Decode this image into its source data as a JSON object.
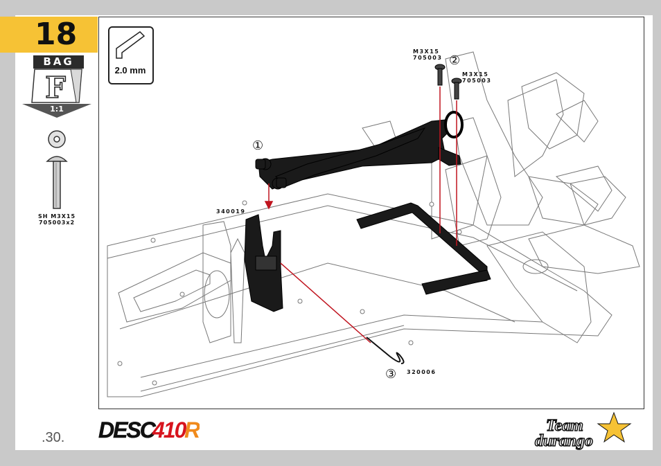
{
  "step": {
    "number": "18",
    "bag_label": "BAG",
    "bag_letter": "F",
    "scale": "1:1"
  },
  "parts_list": [
    {
      "name": "SH M3X15",
      "code": "705003x2"
    }
  ],
  "tool": {
    "size": "2.0 mm",
    "icon": "hex-key-icon"
  },
  "callouts": {
    "screw_1": {
      "name": "M3X15",
      "code": "705003"
    },
    "screw_2": {
      "name": "M3X15",
      "code": "705003"
    },
    "part_340019": "340019",
    "part_320006": "320006",
    "marker_1": "①",
    "marker_2": "②",
    "marker_3": "③"
  },
  "footer": {
    "page_number": ".30.",
    "product_logo_text": "DESC410R",
    "brand_logo_text": "Team durango"
  },
  "colors": {
    "background": "#c9c9c9",
    "page": "#ffffff",
    "step_badge": "#f6c235",
    "arrow": "#c0141f",
    "part": "#111111"
  }
}
